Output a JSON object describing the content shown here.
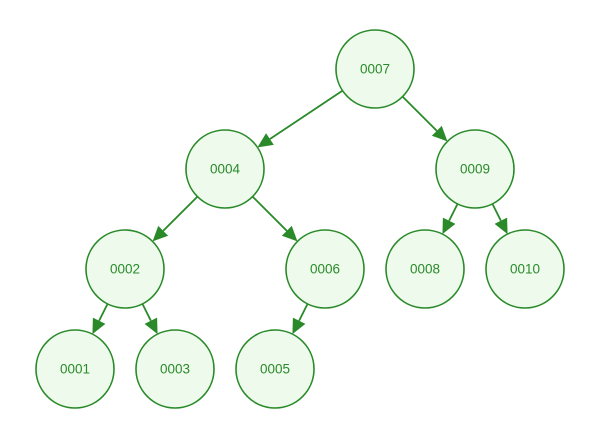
{
  "nodes": [
    {
      "id": "n7",
      "label": "0007"
    },
    {
      "id": "n4",
      "label": "0004"
    },
    {
      "id": "n9",
      "label": "0009"
    },
    {
      "id": "n2",
      "label": "0002"
    },
    {
      "id": "n6",
      "label": "0006"
    },
    {
      "id": "n8",
      "label": "0008"
    },
    {
      "id": "n10",
      "label": "0010"
    },
    {
      "id": "n1",
      "label": "0001"
    },
    {
      "id": "n3",
      "label": "0003"
    },
    {
      "id": "n5",
      "label": "0005"
    }
  ],
  "edges": [
    {
      "from": "n7",
      "to": "n4"
    },
    {
      "from": "n7",
      "to": "n9"
    },
    {
      "from": "n4",
      "to": "n2"
    },
    {
      "from": "n4",
      "to": "n6"
    },
    {
      "from": "n9",
      "to": "n8"
    },
    {
      "from": "n9",
      "to": "n10"
    },
    {
      "from": "n2",
      "to": "n1"
    },
    {
      "from": "n2",
      "to": "n3"
    },
    {
      "from": "n6",
      "to": "n5"
    }
  ],
  "colors": {
    "node_fill": "#eefbec",
    "node_stroke": "#2a8a2a",
    "text": "#2a8a2a",
    "edge": "#2a8a2a"
  }
}
